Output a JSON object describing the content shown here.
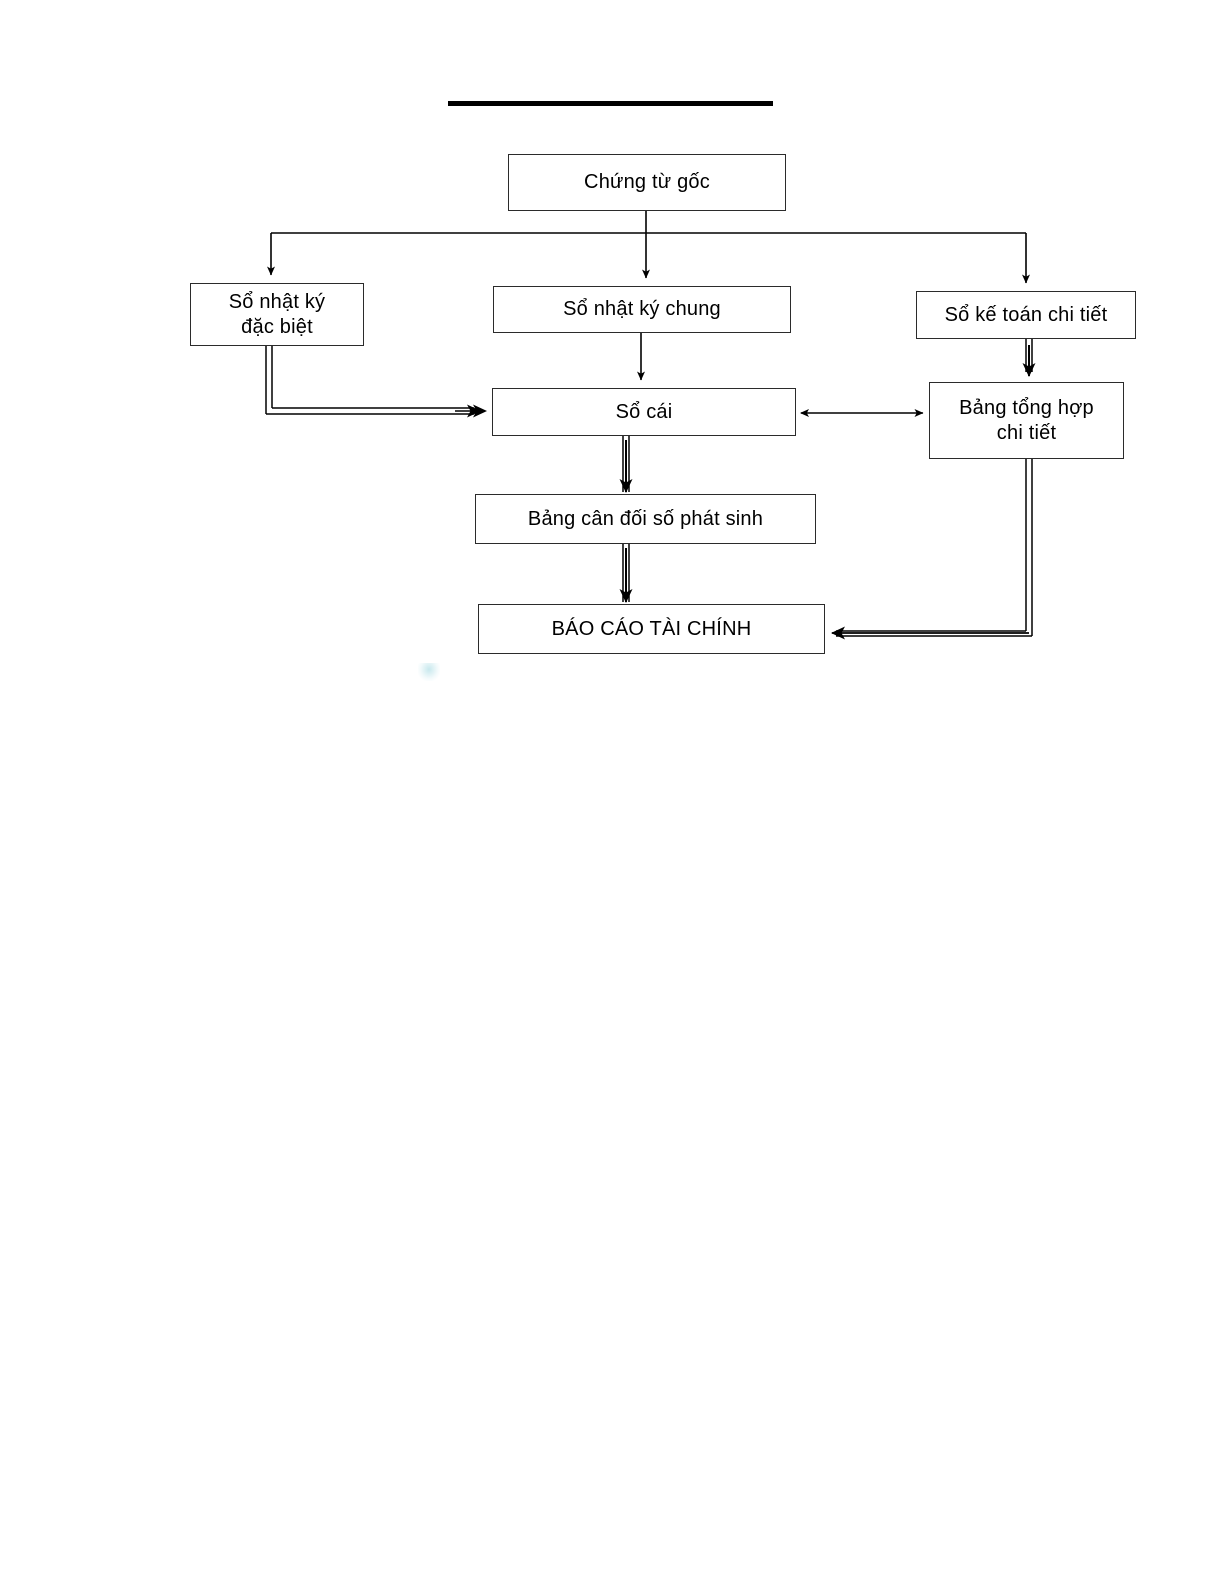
{
  "document": {
    "type": "flowchart",
    "language": "vi",
    "title_rule": "",
    "background_color": "#ffffff",
    "line_color": "#000000"
  },
  "nodes": {
    "source_document": {
      "label": "Chứng từ gốc"
    },
    "special_journal": {
      "label": "Sổ nhật ký\nđặc biệt",
      "line1": "Sổ nhật ký",
      "line2": "đặc biệt"
    },
    "general_journal": {
      "label": "Sổ nhật ký chung"
    },
    "detail_ledger": {
      "label": "Sổ kế toán chi tiết"
    },
    "general_ledger": {
      "label": "Sổ cái"
    },
    "detail_summary": {
      "label": "Bảng tổng hợp\nchi tiết",
      "line1": "Bảng tổng hợp",
      "line2": "chi tiết"
    },
    "trial_balance": {
      "label": "Bảng cân đối số phát sinh"
    },
    "financial_report": {
      "label": "BÁO CÁO TÀI CHÍNH"
    }
  },
  "edges": [
    {
      "from": "source_document",
      "to": "special_journal",
      "style": "single",
      "arrow": "end"
    },
    {
      "from": "source_document",
      "to": "general_journal",
      "style": "single",
      "arrow": "end"
    },
    {
      "from": "source_document",
      "to": "detail_ledger",
      "style": "single",
      "arrow": "end"
    },
    {
      "from": "general_journal",
      "to": "general_ledger",
      "style": "single",
      "arrow": "end"
    },
    {
      "from": "special_journal",
      "to": "general_ledger",
      "style": "double",
      "arrow": "end"
    },
    {
      "from": "detail_ledger",
      "to": "detail_summary",
      "style": "double",
      "arrow": "end"
    },
    {
      "from": "general_ledger",
      "to": "detail_summary",
      "style": "single",
      "arrow": "both"
    },
    {
      "from": "general_ledger",
      "to": "trial_balance",
      "style": "double",
      "arrow": "end"
    },
    {
      "from": "trial_balance",
      "to": "financial_report",
      "style": "double",
      "arrow": "end"
    },
    {
      "from": "detail_summary",
      "to": "financial_report",
      "style": "double",
      "arrow": "end"
    }
  ]
}
